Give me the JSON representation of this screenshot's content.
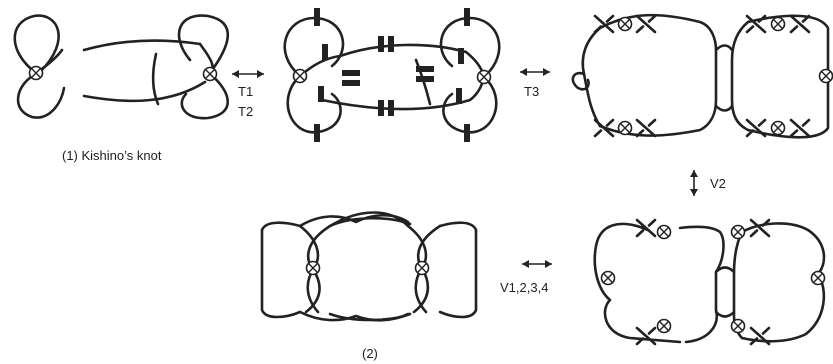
{
  "diagram": {
    "labels": {
      "caption_1": "(1) Kishino’s knot",
      "caption_2": "(2)",
      "move_t1": "T1",
      "move_t2": "T2",
      "move_t3": "T3",
      "move_v2": "V2",
      "move_v1234": "V1,2,3,4"
    },
    "icons": {
      "virtual_crossing": "circled-x",
      "move_arrow": "double-headed-arrow"
    },
    "colors": {
      "ink": "#222222",
      "background": "#ffffff"
    }
  }
}
